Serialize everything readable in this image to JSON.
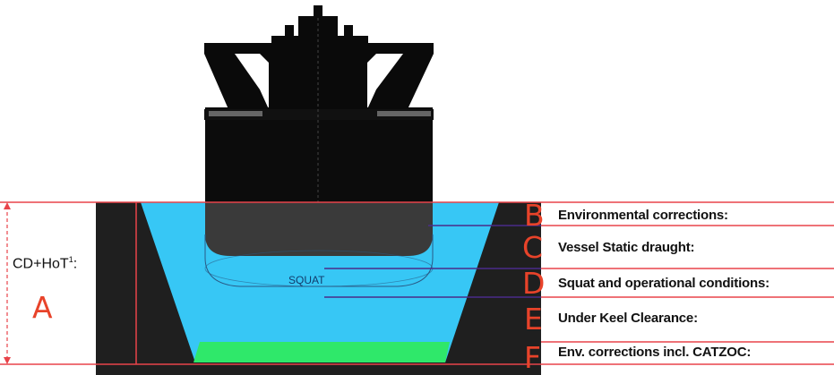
{
  "left_label": {
    "text": "CD+HoT",
    "superscript": "1",
    "suffix": ":",
    "letter": "A"
  },
  "squat_label": "SQUAT",
  "rows": [
    {
      "letter": "B",
      "text": "Environmental corrections:"
    },
    {
      "letter": "C",
      "text": "Vessel Static draught:"
    },
    {
      "letter": "D",
      "text": "Squat and operational conditions:"
    },
    {
      "letter": "E",
      "text": "Under Keel Clearance:"
    },
    {
      "letter": "F",
      "text": "Env. corrections incl. CATZOC:"
    }
  ],
  "colors": {
    "water": "#37c7f5",
    "seabed_safety": "#2fe86a",
    "channel": "#1f1f1f",
    "ship": "#0c0c0c",
    "hull_underwater": "#3a3a3a",
    "red_lines": "#e8434a",
    "pointer": "#4a2c8a",
    "letters": "#e8432a"
  }
}
